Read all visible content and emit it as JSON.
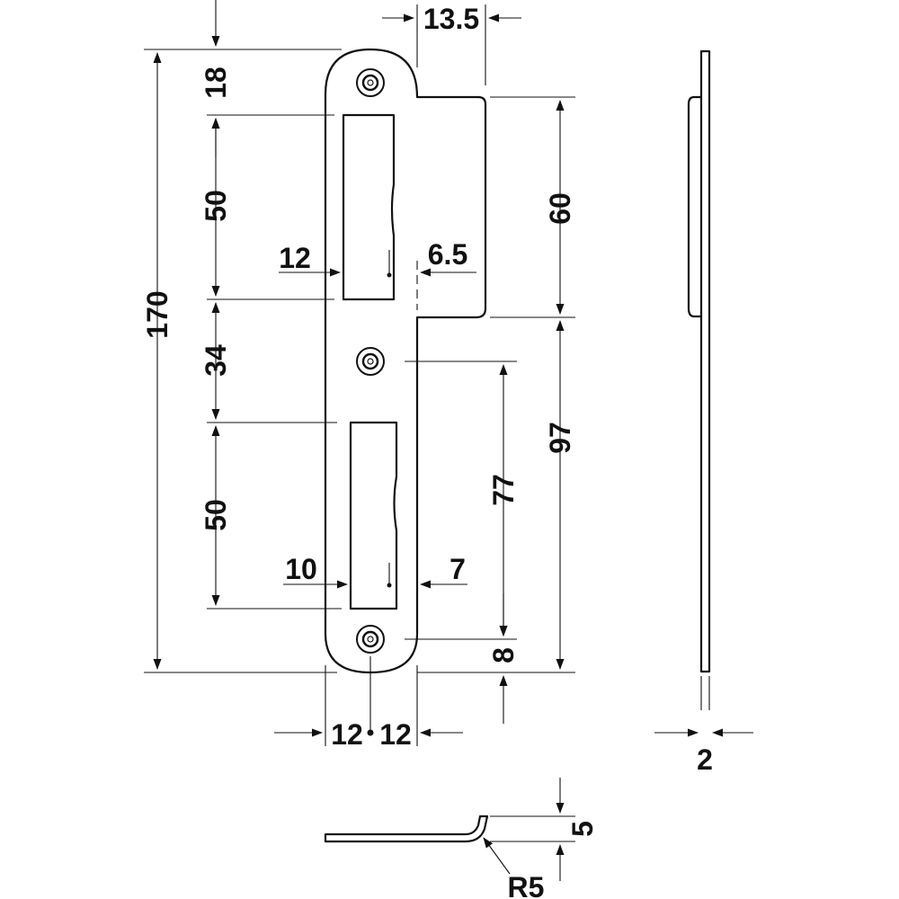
{
  "dimensions": {
    "overall_height": "170",
    "top_to_first_hole": "18",
    "upper_slot_height": "50",
    "upper_slot_width": "12",
    "upper_slot_edge": "6.5",
    "between_slots": "34",
    "lower_slot_height": "50",
    "lower_slot_width": "10",
    "lower_slot_edge": "7",
    "lip_width": "13.5",
    "lip_height": "60",
    "lower_section": "97",
    "hole_spacing": "77",
    "bottom_hole_offset": "8",
    "half_width_left": "12",
    "half_width_right": "12",
    "thickness": "2",
    "lip_depth": "5",
    "bend_radius": "R5"
  }
}
